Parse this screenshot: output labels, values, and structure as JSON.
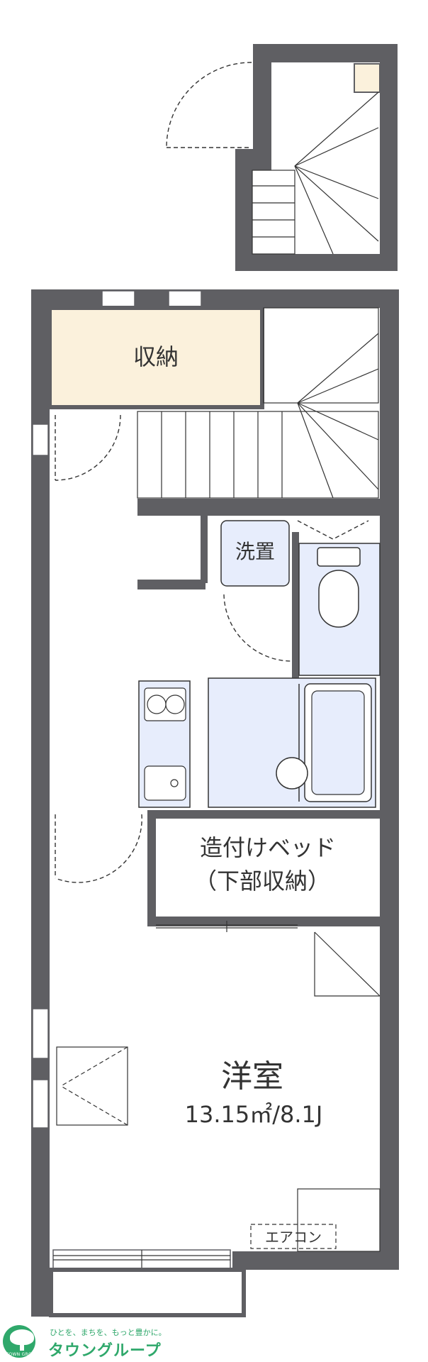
{
  "rooms": {
    "storage": "収納",
    "laundry": "洗置",
    "built_in_bed_line1": "造付けベッド",
    "built_in_bed_line2": "（下部収納）",
    "western_room": "洋室",
    "western_room_area": "13.15㎡/8.1J",
    "air_conditioner": "エアコン"
  },
  "brand": {
    "logo_small_text": "TOWN GROUP",
    "tagline": "ひとを、まちを、もっと豊かに。",
    "name": "タウングループ",
    "color": "#2fa86b"
  },
  "colors": {
    "wall": "#5f5f63",
    "storage_fill": "#fbf1dc",
    "wet_area_fill": "#e7edfc",
    "line": "#333333"
  }
}
